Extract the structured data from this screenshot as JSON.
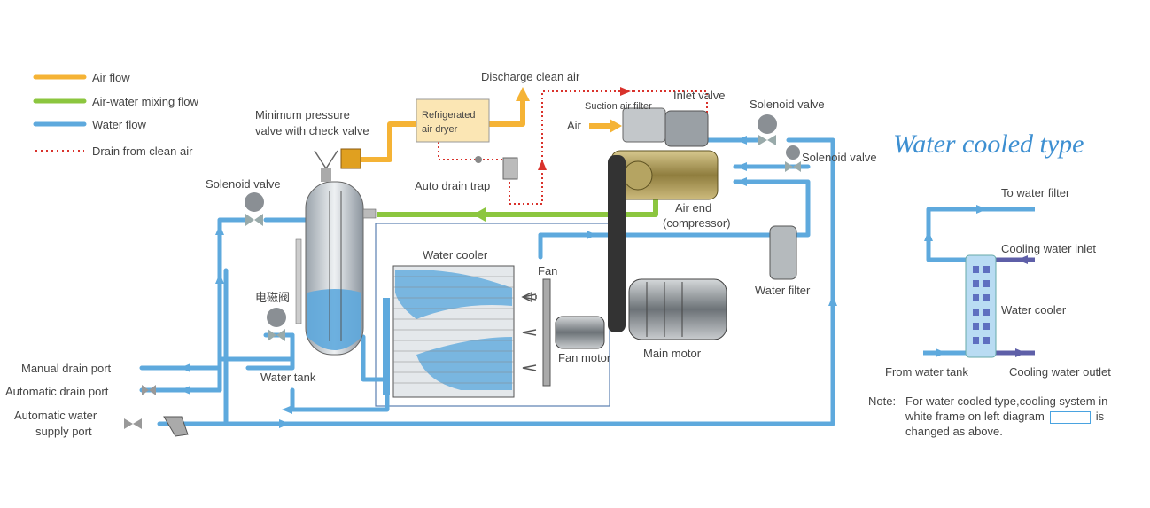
{
  "title": "Water  cooled type",
  "legend": [
    {
      "label": "Air flow",
      "color": "#f5b335",
      "style": "solid"
    },
    {
      "label": "Air-water mixing flow",
      "color": "#8cc63f",
      "style": "solid"
    },
    {
      "label": "Water flow",
      "color": "#5ea9dd",
      "style": "solid"
    },
    {
      "label": "Drain from clean air",
      "color": "#d9322c",
      "style": "dotted"
    }
  ],
  "labels": {
    "min_pressure_1": "Minimum pressure",
    "min_pressure_2": "valve with check valve",
    "refrig_1": "Refrigerated",
    "refrig_2": "air dryer",
    "discharge": "Discharge clean air",
    "inlet_valve": "Inlet valve",
    "suction_filter": "Suction air filter",
    "air": "Air",
    "solenoid_top": "Solenoid valve",
    "solenoid_right": "Solenoid valve",
    "solenoid_left": "Solenoid valve",
    "auto_drain_trap": "Auto drain trap",
    "air_end_1": "Air end",
    "air_end_2": "(compressor)",
    "water_cooler": "Water cooler",
    "fan": "Fan",
    "fan_motor": "Fan motor",
    "main_motor": "Main motor",
    "water_filter": "Water filter",
    "water_tank": "Water tank",
    "cn_label": "电磁阀",
    "manual_drain": "Manual drain port",
    "auto_drain": "Automatic drain port",
    "auto_water_1": "Automatic water",
    "auto_water_2": "supply port"
  },
  "inset": {
    "to_water_filter": "To water filter",
    "cooling_inlet": "Cooling water inlet",
    "water_cooler": "Water cooler",
    "from_water_tank": "From water tank",
    "cooling_outlet": "Cooling water outlet"
  },
  "note": {
    "prefix": "Note:",
    "line1": "For water cooled type,cooling system in",
    "line2a": "white frame on  left diagram",
    "line2b": "is",
    "line3": "changed as above."
  },
  "colors": {
    "air": "#f5b335",
    "mix": "#8cc63f",
    "water": "#5ea9dd",
    "drain": "#d9322c",
    "title": "#3d8fd1"
  }
}
